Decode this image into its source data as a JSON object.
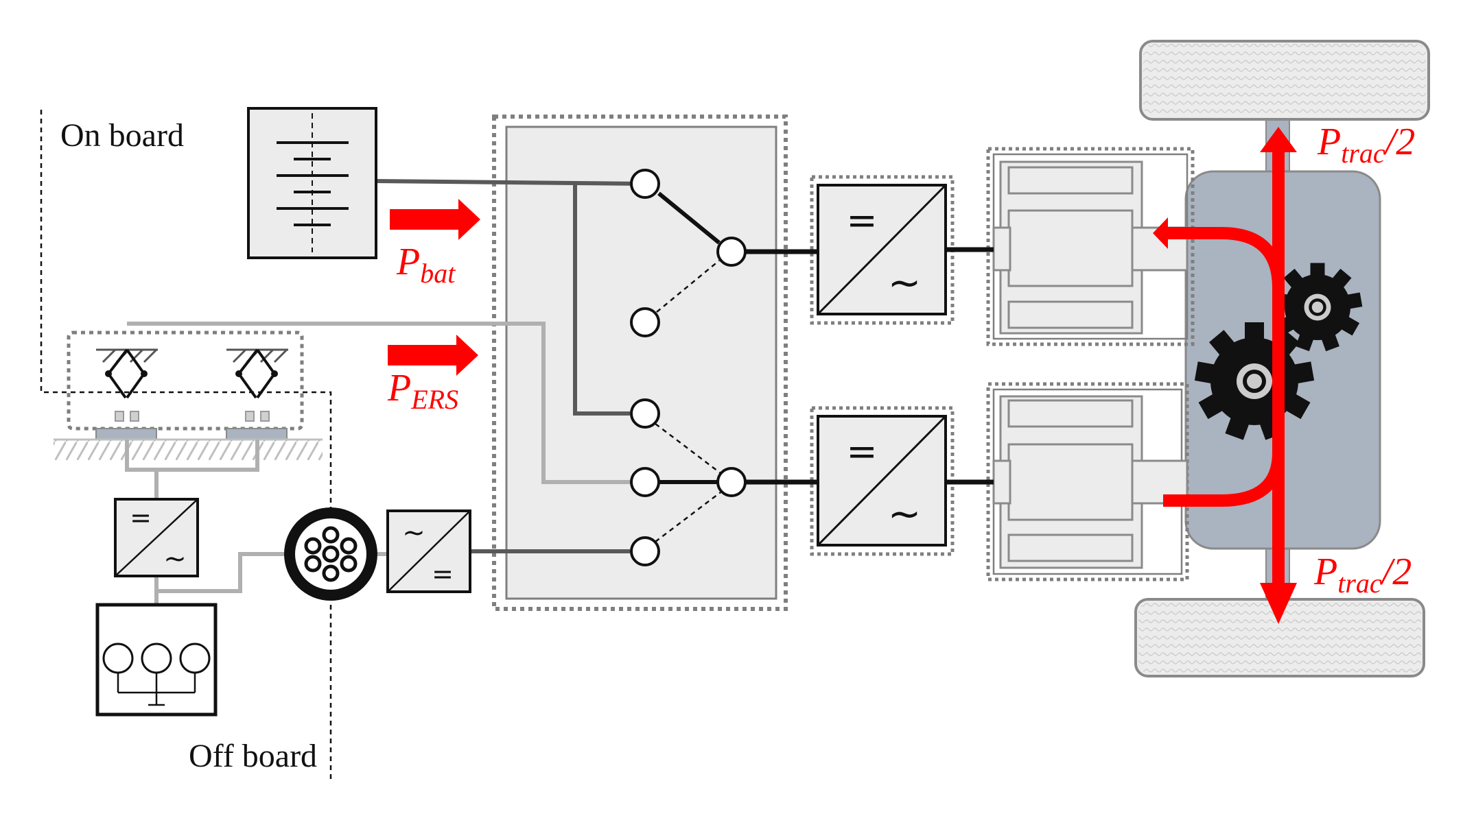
{
  "labels": {
    "on_board": "On board",
    "off_board": "Off board",
    "p_bat": {
      "main": "P",
      "sub": "bat"
    },
    "p_ers": {
      "main": "P",
      "sub": "ERS"
    },
    "p_trac_top": {
      "main": "P",
      "sub": "trac",
      "tail": "/2"
    },
    "p_trac_bottom": {
      "main": "P",
      "sub": "trac",
      "tail": "/2"
    }
  },
  "converter_symbols": {
    "dc": "=",
    "ac": "~"
  },
  "colors": {
    "power_arrow": "#ff0000",
    "wheel_fill": "#ececec",
    "axle_gray": "#aab3c0",
    "housing_fill": "#ececec",
    "dotted_border": "#7f7f7f",
    "dark_line": "#595959",
    "light_line": "#b0b0b0",
    "gear": "#111111"
  }
}
